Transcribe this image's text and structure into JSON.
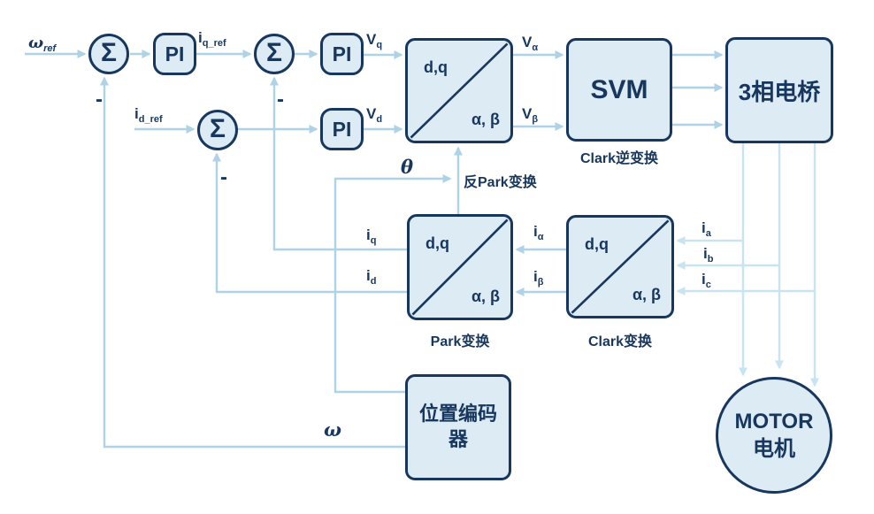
{
  "colors": {
    "block_border": "#17375e",
    "block_fill": "#dcebf4",
    "wire_main": "#aed3e6",
    "wire_light": "#c9e4f1",
    "text": "#17375e"
  },
  "sums": {
    "symbol": "Σ",
    "minus": "-"
  },
  "pi_label": "PI",
  "transform_corner": {
    "dq": "d,q",
    "ab": "α, β"
  },
  "blocks": {
    "svm": "SVM",
    "bridge": "3相电桥",
    "motor_line1": "MOTOR",
    "motor_line2": "电机",
    "encoder_line1": "位置编码",
    "encoder_line2": "器"
  },
  "captions": {
    "inv_park": "反Park变换",
    "inv_clark": "Clark逆变换",
    "park": "Park变换",
    "clark": "Clark变换"
  },
  "signals": {
    "wref": {
      "base": "ω",
      "sub": "ref"
    },
    "iqref": {
      "base": "i",
      "sub": "q_ref"
    },
    "idref": {
      "base": "i",
      "sub": "d_ref"
    },
    "vq": {
      "base": "V",
      "sub": "q"
    },
    "vd": {
      "base": "V",
      "sub": "d"
    },
    "valpha": {
      "base": "V",
      "sub": "α"
    },
    "vbeta": {
      "base": "V",
      "sub": "β"
    },
    "theta": "θ",
    "omega": "ω",
    "iq": {
      "base": "i",
      "sub": "q"
    },
    "id": {
      "base": "i",
      "sub": "d"
    },
    "ialpha": {
      "base": "i",
      "sub": "α"
    },
    "ibeta": {
      "base": "i",
      "sub": "β"
    },
    "ia": {
      "base": "i",
      "sub": "a"
    },
    "ib": {
      "base": "i",
      "sub": "b"
    },
    "ic": {
      "base": "i",
      "sub": "c"
    }
  }
}
